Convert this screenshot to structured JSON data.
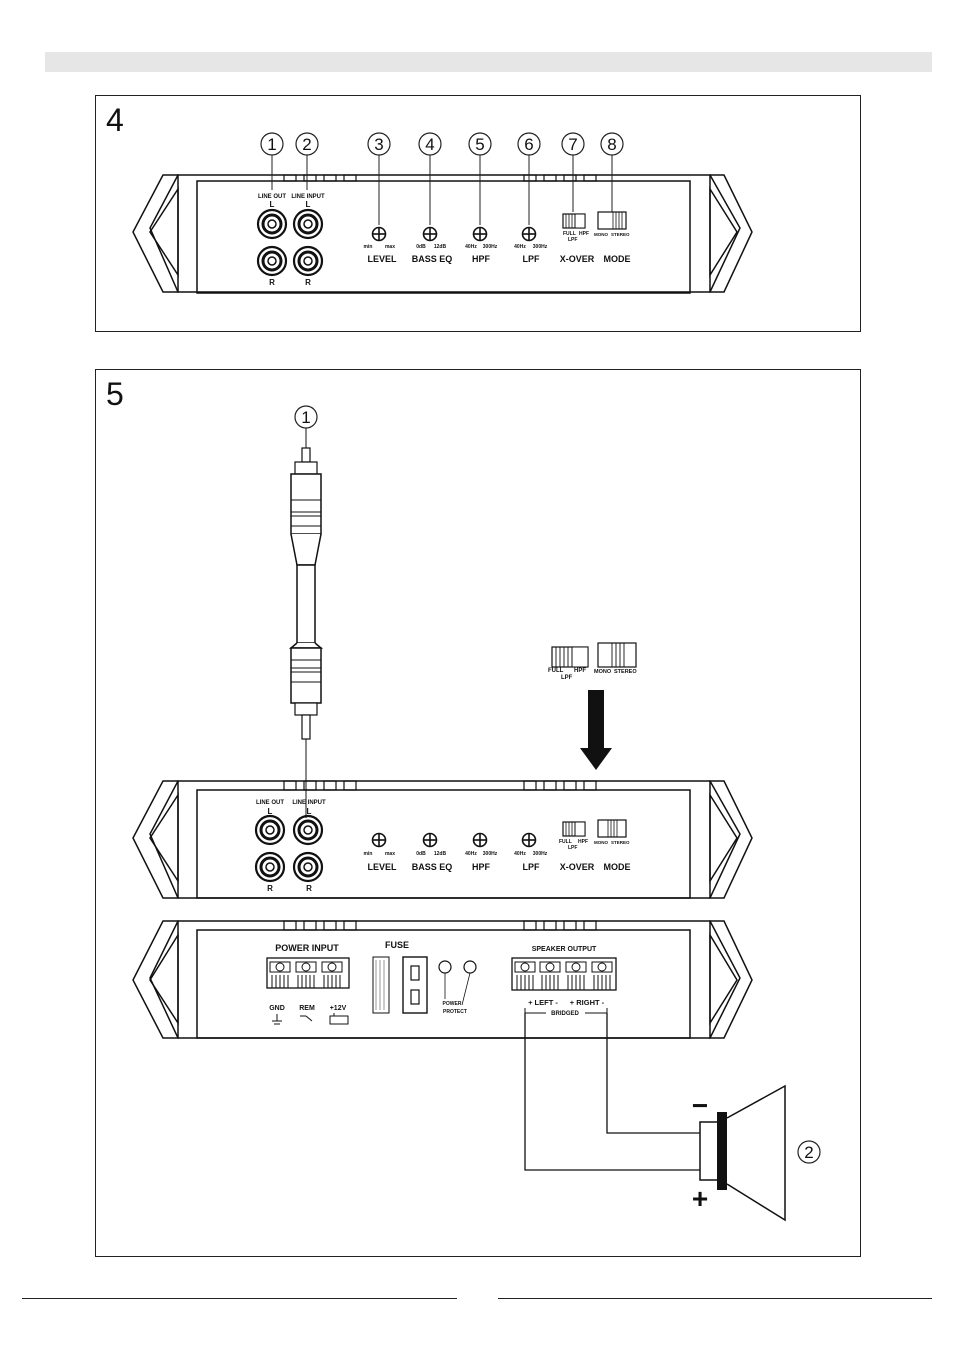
{
  "figure4": {
    "number": "4",
    "callouts": [
      "1",
      "2",
      "3",
      "4",
      "5",
      "6",
      "7",
      "8"
    ],
    "labels": {
      "line_out": "LINE OUT",
      "line_input": "LINE INPUT",
      "left": "L",
      "right": "R",
      "level": "LEVEL",
      "bass_eq": "BASS EQ",
      "hpf": "HPF",
      "lpf": "LPF",
      "xover": "X-OVER",
      "mode": "MODE",
      "level_min": "min",
      "level_max": "max",
      "bass_min": "0dB",
      "bass_max": "12dB",
      "hpf_min": "40Hz",
      "hpf_max": "300Hz",
      "lpf_min": "40Hz",
      "lpf_max": "300Hz",
      "full": "FULL",
      "hpf_switch": "HPF",
      "lpf_switch": "LPF",
      "mono": "MONO",
      "stereo": "STEREO"
    }
  },
  "figure5": {
    "number": "5",
    "callouts": [
      "1",
      "2"
    ],
    "power_labels": {
      "power_input": "POWER INPUT",
      "fuse": "FUSE",
      "speaker_output": "SPEAKER OUTPUT",
      "gnd": "GND",
      "rem": "REM",
      "plus12v": "+12V",
      "power_protect_1": "POWER",
      "power_protect_2": "PROTECT",
      "left": "+ LEFT -",
      "right": "+ RIGHT -",
      "bridged": "BRIDGED"
    },
    "speaker_signs": {
      "minus": "−",
      "plus": "+"
    }
  }
}
